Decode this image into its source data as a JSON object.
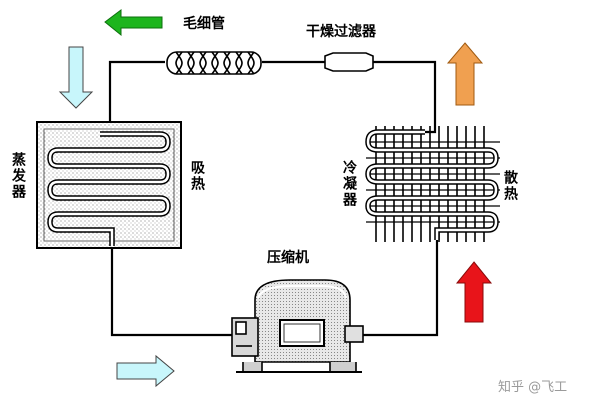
{
  "labels": {
    "capillary": "毛细管",
    "dryer_filter": "干燥过滤器",
    "evaporator": "蒸发器",
    "absorb_heat": "吸热",
    "condenser": "冷凝器",
    "release_heat": "散热",
    "compressor": "压缩机"
  },
  "watermark": "知乎 @飞工",
  "colors": {
    "arrow_green": "#1db51d",
    "arrow_light_blue": "#c8f6fb",
    "arrow_orange": "#f0a050",
    "arrow_red": "#e8141a",
    "pipe": "#000000"
  }
}
